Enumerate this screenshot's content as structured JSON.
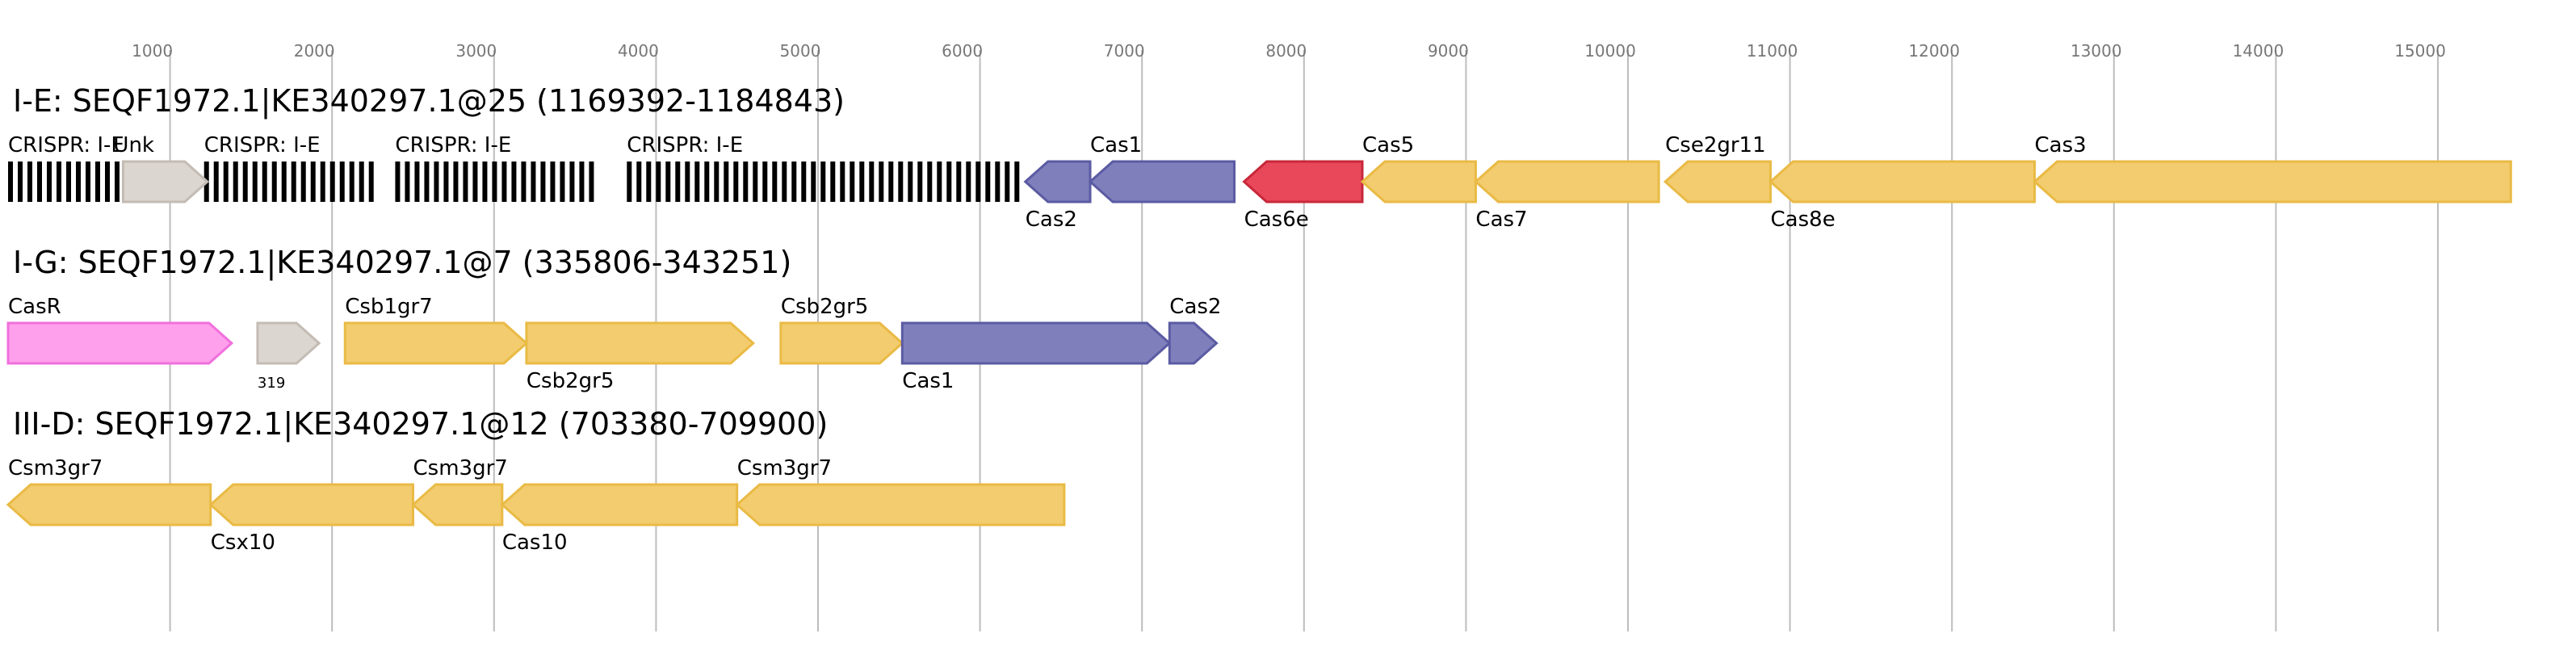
{
  "axis": {
    "ticks": [
      1000,
      2000,
      3000,
      4000,
      5000,
      6000,
      7000,
      8000,
      9000,
      10000,
      11000,
      12000,
      13000,
      14000,
      15000
    ],
    "tick_labels": [
      "1000",
      "2000",
      "3000",
      "4000",
      "5000",
      "6000",
      "7000",
      "8000",
      "9000",
      "10000",
      "11000",
      "12000",
      "13000",
      "14000",
      "15000"
    ]
  },
  "colors": {
    "yellow": "#f2cc6e",
    "yellow_stroke": "#e9ba45",
    "blue": "#7f7fbc",
    "blue_stroke": "#5b5ba3",
    "red": "#e9485b",
    "red_stroke": "#c7283a",
    "pink": "#ffa0ec",
    "pink_stroke": "#f070dc",
    "grey": "#dcd6d0",
    "grey_stroke": "#c4bcb4",
    "gridline": "#bdbdbd"
  },
  "tracks": [
    {
      "title": "I-E: SEQF1972.1|KE340297.1@25 (1169392-1184843)",
      "arrays": [
        {
          "label": "CRISPR: I-E",
          "start": 0,
          "end": 700
        },
        {
          "label": "CRISPR: I-E",
          "start": 1210,
          "end": 2270
        },
        {
          "label": "CRISPR: I-E",
          "start": 2390,
          "end": 3620
        },
        {
          "label": "CRISPR: I-E",
          "start": 3820,
          "end": 6240
        }
      ],
      "genes": [
        {
          "label": "Unk",
          "start": 710,
          "end": 1230,
          "strand": 1,
          "color": "grey",
          "label_pos": "above-overlap"
        },
        {
          "label": "Cas2",
          "start": 6280,
          "end": 6680,
          "strand": -1,
          "color": "blue",
          "label_pos": "below"
        },
        {
          "label": "Cas1",
          "start": 6680,
          "end": 7570,
          "strand": -1,
          "color": "blue",
          "label_pos": "above"
        },
        {
          "label": "Cas6e",
          "start": 7630,
          "end": 8360,
          "strand": -1,
          "color": "red",
          "label_pos": "below"
        },
        {
          "label": "Cas5",
          "start": 8360,
          "end": 9060,
          "strand": -1,
          "color": "yellow",
          "label_pos": "above"
        },
        {
          "label": "Cas7",
          "start": 9060,
          "end": 10190,
          "strand": -1,
          "color": "yellow",
          "label_pos": "below"
        },
        {
          "label": "Cse2gr11",
          "start": 10230,
          "end": 10880,
          "strand": -1,
          "color": "yellow",
          "label_pos": "above"
        },
        {
          "label": "Cas8e",
          "start": 10880,
          "end": 12510,
          "strand": -1,
          "color": "yellow",
          "label_pos": "below"
        },
        {
          "label": "Cas3",
          "start": 12510,
          "end": 15450,
          "strand": -1,
          "color": "yellow",
          "label_pos": "above"
        }
      ]
    },
    {
      "title": "I-G: SEQF1972.1|KE340297.1@7 (335806-343251)",
      "arrays": [],
      "genes": [
        {
          "label": "CasR",
          "start": 0,
          "end": 1380,
          "strand": 1,
          "color": "pink",
          "label_pos": "above"
        },
        {
          "label": "319",
          "start": 1540,
          "end": 1920,
          "strand": 1,
          "color": "grey",
          "label_pos": "below-small"
        },
        {
          "label": "Csb1gr7",
          "start": 2080,
          "end": 3200,
          "strand": 1,
          "color": "yellow",
          "label_pos": "above"
        },
        {
          "label": "Csb2gr5",
          "start": 3200,
          "end": 4600,
          "strand": 1,
          "color": "yellow",
          "label_pos": "below"
        },
        {
          "label": "Csb2gr5",
          "start": 4770,
          "end": 5520,
          "strand": 1,
          "color": "yellow",
          "label_pos": "above"
        },
        {
          "label": "Cas1",
          "start": 5520,
          "end": 7170,
          "strand": 1,
          "color": "blue",
          "label_pos": "below"
        },
        {
          "label": "Cas2",
          "start": 7170,
          "end": 7460,
          "strand": 1,
          "color": "blue",
          "label_pos": "above"
        }
      ]
    },
    {
      "title": "III-D: SEQF1972.1|KE340297.1@12 (703380-709900)",
      "arrays": [],
      "genes": [
        {
          "label": "Csm3gr7",
          "start": 0,
          "end": 1250,
          "strand": -1,
          "color": "yellow",
          "label_pos": "above"
        },
        {
          "label": "Csx10",
          "start": 1250,
          "end": 2500,
          "strand": -1,
          "color": "yellow",
          "label_pos": "below"
        },
        {
          "label": "Csm3gr7",
          "start": 2500,
          "end": 3050,
          "strand": -1,
          "color": "yellow",
          "label_pos": "above"
        },
        {
          "label": "Cas10",
          "start": 3050,
          "end": 4500,
          "strand": -1,
          "color": "yellow",
          "label_pos": "below"
        },
        {
          "label": "Csm3gr7",
          "start": 4500,
          "end": 6520,
          "strand": -1,
          "color": "yellow",
          "label_pos": "above"
        }
      ]
    }
  ]
}
